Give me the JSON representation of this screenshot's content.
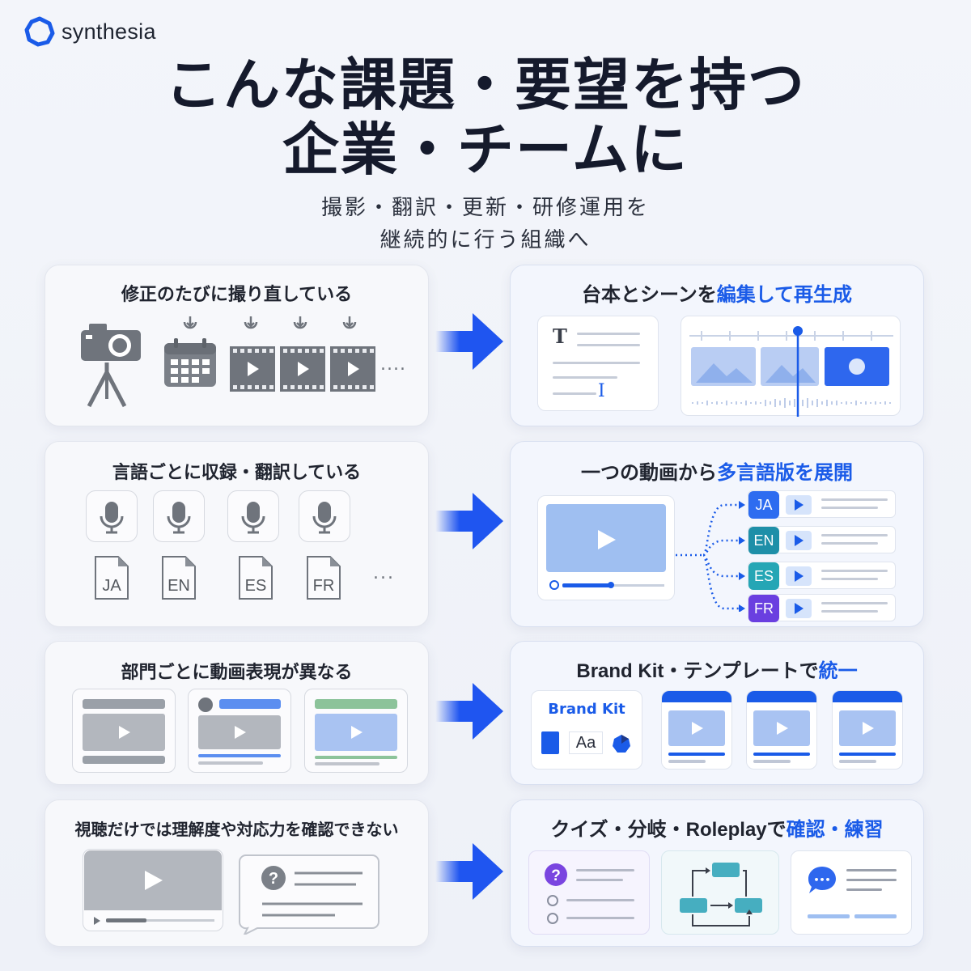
{
  "logo": {
    "text": "synthesia"
  },
  "headline": {
    "line1": "こんな課題・要望を持つ",
    "line2": "企業・チームに"
  },
  "subhead": {
    "line1": "撮影・翻訳・更新・研修運用を",
    "line2": "継続的に行う組織へ"
  },
  "rows": [
    {
      "problem": "修正のたびに撮り直している",
      "solution_plain": "台本とシーンを",
      "solution_accent": "編集して再生成",
      "ellipsis": "....",
      "script_text_glyph": "T",
      "cursor_glyph": "I"
    },
    {
      "problem": "言語ごとに収録・翻訳している",
      "solution_plain": "一つの動画から",
      "solution_accent": "多言語版を展開",
      "files": [
        "JA",
        "EN",
        "ES",
        "FR"
      ],
      "ellipsis": "...",
      "languages": [
        {
          "code": "JA",
          "color": "#2d6cf0"
        },
        {
          "code": "EN",
          "color": "#1e8fa8"
        },
        {
          "code": "ES",
          "color": "#25a6b5"
        },
        {
          "code": "FR",
          "color": "#6a3fe0"
        }
      ]
    },
    {
      "problem": "部門ごとに動画表現が異なる",
      "solution_plain": "Brand Kit・テンプレートで",
      "solution_accent": "統一",
      "brand_kit_label": "Brand Kit",
      "font_sample": "Aa"
    },
    {
      "problem": "視聴だけでは理解度や対応力を確認できない",
      "solution_plain": "クイズ・分岐・Roleplayで",
      "solution_accent": "確認・練習",
      "quiz_glyph": "?",
      "chat_glyph": "•••"
    }
  ],
  "colors": {
    "accent": "#1a5be8",
    "arrow": "#1f55f0",
    "grey_icon": "#6f747c"
  }
}
